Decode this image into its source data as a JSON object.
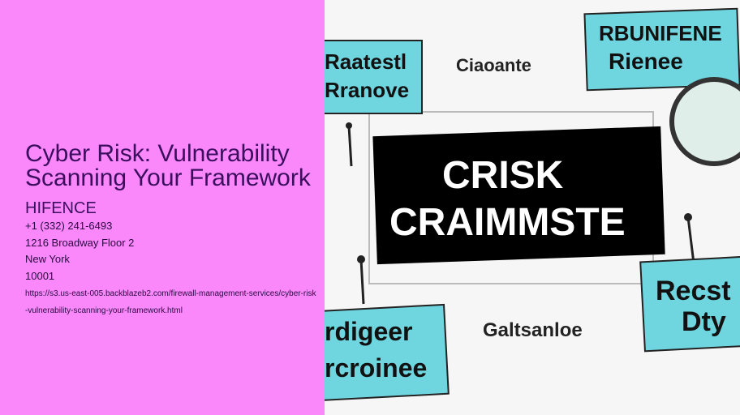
{
  "article": {
    "title": "Cyber Risk: Vulnerability Scanning Your Framework",
    "company": "HIFENCE",
    "phone": "+1 (332) 241-6493",
    "address": "1216 Broadway Floor 2",
    "city": "New York",
    "zip": "10001",
    "url": "https://s3.us-east-005.backblazeb2.com/firewall-management-services/cyber-risk-vulnerability-scanning-your-framework.html"
  },
  "image": {
    "center_line1": "CRISK",
    "center_line2": "CRAIMMSTE",
    "box_top_left_1": "Raatestl",
    "box_top_left_2": "Rranove",
    "box_top_right_1": "RBUNIFENE",
    "box_top_right_2": "Rienee",
    "label_top": "Ciaoante",
    "box_bottom_left_1": "rdigeer",
    "box_bottom_left_2": "rcroinee",
    "box_bottom_right_1": "Recst",
    "box_bottom_right_2": "Dty",
    "label_bottom": "Galtsanloe",
    "colors": {
      "box": "#6fd6e0",
      "center": "#000000",
      "pink": "#fb88fb"
    }
  }
}
